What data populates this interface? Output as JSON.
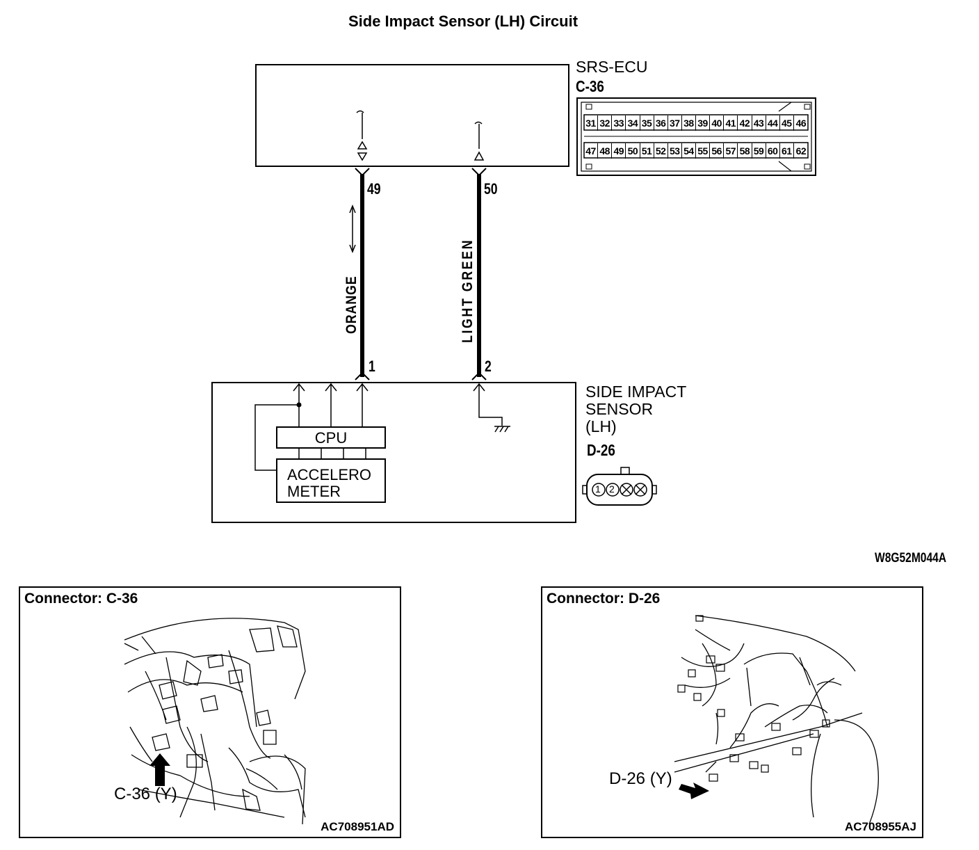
{
  "title": "Side Impact Sensor (LH) Circuit",
  "ecu": {
    "name": "SRS-ECU",
    "connector": "C-36",
    "pins_row1": [
      "31",
      "32",
      "33",
      "34",
      "35",
      "36",
      "37",
      "38",
      "39",
      "40",
      "41",
      "42",
      "43",
      "44",
      "45",
      "46"
    ],
    "pins_row2": [
      "47",
      "48",
      "49",
      "50",
      "51",
      "52",
      "53",
      "54",
      "55",
      "56",
      "57",
      "58",
      "59",
      "60",
      "61",
      "62"
    ]
  },
  "wires": {
    "left": {
      "ecu_pin": "49",
      "sensor_pin": "1",
      "color_label": "ORANGE"
    },
    "right": {
      "ecu_pin": "50",
      "sensor_pin": "2",
      "color_label": "LIGHT GREEN"
    }
  },
  "sensor": {
    "name_line1": "SIDE IMPACT",
    "name_line2": "SENSOR",
    "name_line3": "(LH)",
    "connector": "D-26",
    "cpu_label": "CPU",
    "accel_line1": "ACCELERO",
    "accel_line2": "METER",
    "connector_pins": [
      "1",
      "2"
    ]
  },
  "figure_code": "W8G52M044A",
  "panels": {
    "left": {
      "title": "Connector: C-36",
      "callout": "C-36 (Y)",
      "code": "AC708951AD"
    },
    "right": {
      "title": "Connector: D-26",
      "callout": "D-26 (Y)",
      "code": "AC708955AJ"
    }
  }
}
